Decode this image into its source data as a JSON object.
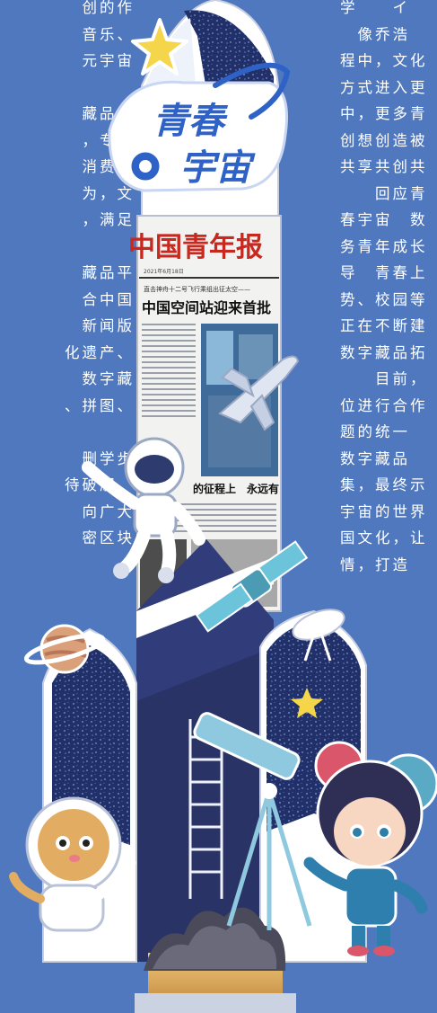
{
  "left_column": [
    "创的作",
    "音乐、",
    "元宇宙",
    "",
    "藏品有",
    "，专家",
    "消费者",
    "为，文",
    "，满足",
    "",
    "藏品平",
    "合中国",
    "新闻版",
    "化遗产、",
    "数字藏",
    "、拼图、",
    "",
    "删学步",
    "待破解。",
    "向广大",
    "密区块"
  ],
  "right_column": [
    "学　　イ",
    "　像乔浩",
    "程中，文化",
    "方式进入更",
    "中，更多青",
    "创想创造被",
    "共享共创共",
    "　　回应青",
    "春宇宙　数",
    "务青年成长",
    "导　青春上",
    "势、校园等",
    "正在不断建",
    "数字藏品拓",
    "　　目前，",
    "位进行合作",
    "题的统一",
    "数字藏品",
    "集，最终示",
    "宇宙的世界",
    "国文化，让",
    "情，打造"
  ],
  "logo": {
    "line1": "青春",
    "line2": "宇宙"
  },
  "newspaper": {
    "masthead": "中国青年报",
    "kicker": "直击神舟十二号飞行乘组出征太空——",
    "headline": "中国空间站迎来首批",
    "subhead": "的征程上　永远有",
    "date": "2021年6月18日"
  },
  "colors": {
    "background": "#4f78be",
    "rocket_navy": "#2a3366",
    "rocket_white": "#f4f6fb",
    "logo_blue": "#2f62c7",
    "star_yellow": "#f5d64a"
  }
}
